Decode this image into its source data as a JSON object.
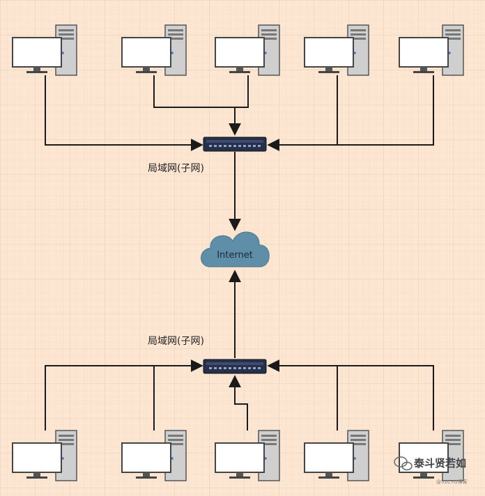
{
  "diagram": {
    "top_subnet_label": "局域网(子网)",
    "bottom_subnet_label": "局域网(子网)",
    "cloud_label": "Internet",
    "top_computer_count": 5,
    "bottom_computer_count": 5
  },
  "watermark": {
    "title": "泰斗贤若如",
    "subtitle": "@51CTO博客"
  },
  "colors": {
    "background": "#fce6d2",
    "grid_line": "#ecd2ba",
    "wire": "#1a1a1a",
    "cloud": "#5f8ea8",
    "switch": "#2a3450",
    "monitor_border": "#4a4a4a",
    "tower": "#c9c9c9"
  },
  "icons": {
    "computer": "desktop-computer-icon",
    "switch": "network-switch-icon",
    "cloud": "cloud-icon",
    "watermark": "wechat-icon"
  }
}
